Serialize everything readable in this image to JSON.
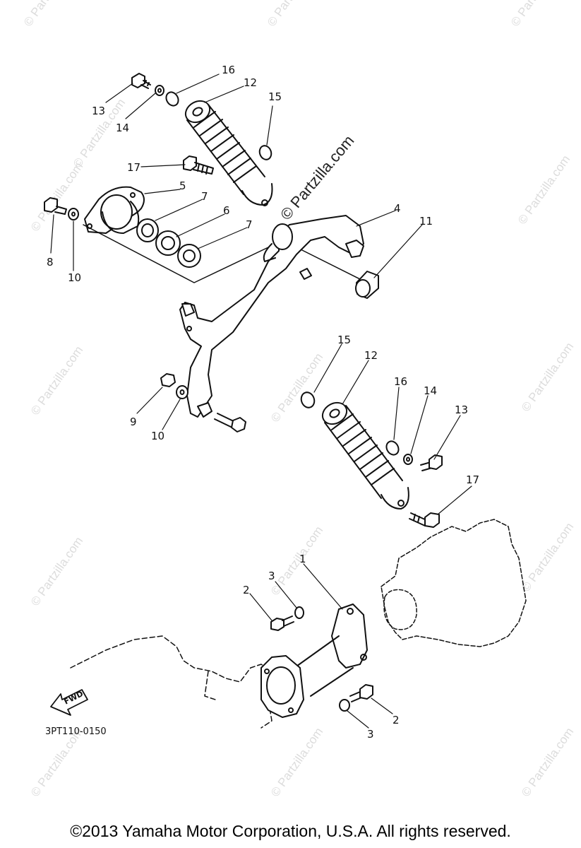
{
  "watermark": "© Partzilla.com",
  "center_watermark": "© Partzilla.com",
  "part_code": "3PT110-0150",
  "fwd_label": "FWD",
  "copyright": "©2013  Yamaha Motor Corporation, U.S.A. All rights reserved.",
  "callouts": [
    "1",
    "2",
    "2",
    "3",
    "3",
    "4",
    "5",
    "6",
    "7",
    "7",
    "8",
    "9",
    "10",
    "10",
    "11",
    "12",
    "12",
    "13",
    "13",
    "14",
    "14",
    "15",
    "15",
    "16",
    "16",
    "17",
    "17"
  ]
}
